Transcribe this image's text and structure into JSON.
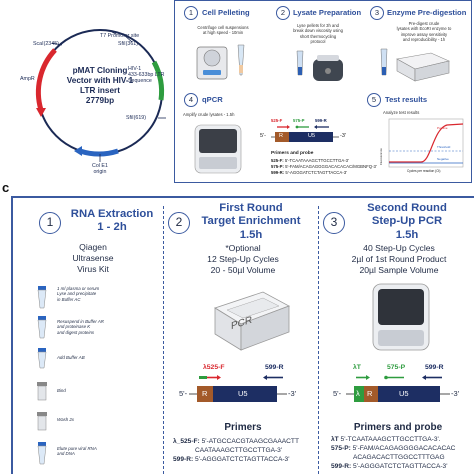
{
  "plasmid": {
    "center_lines": [
      "pMAT Cloning",
      "Vector with HIV-1",
      "LTR insert",
      "2779bp"
    ],
    "labels": {
      "t7": "T7 Promoter site",
      "scai": "ScaI(2345)",
      "sfii_top": "SfiI(361)",
      "hiv": [
        "HIV-1",
        "433-633bp LTR",
        "Sequence"
      ],
      "ampr": "AmpR",
      "sfii_bottom": "SfiI(619)",
      "ori": [
        "Col E1",
        "origin"
      ]
    },
    "colors": {
      "ring": "#1b2a55",
      "ampr": "#d9272e",
      "hiv": "#2e9c3f",
      "ori": "#2a64c0"
    }
  },
  "top": {
    "steps": [
      {
        "num": "1",
        "title": "Cell Pelleting",
        "desc": [
          "Centrifuge cell suspensions",
          "at high speed - 10min"
        ]
      },
      {
        "num": "2",
        "title": "Lysate Preparation",
        "desc": [
          "Lyse pellets for 3h and",
          "break down viscosity using",
          "short thermocycling",
          "protocol"
        ]
      },
      {
        "num": "3",
        "title": "Enzyme Pre-digestion",
        "desc": [
          "Pre-digest crude",
          "lysates with EcoRI enzyme to",
          "improve assay sensitivity",
          "and reproducibility - 1h"
        ]
      },
      {
        "num": "4",
        "title": "qPCR",
        "desc": [
          "Amplify crude lysates - 1.5h"
        ]
      },
      {
        "num": "5",
        "title": "Test results",
        "desc": [
          "Analyze test results"
        ]
      }
    ],
    "primers_title": "Primers and probe",
    "primer_lines": [
      {
        "name": "525-F:",
        "seq": "5'-TCAATAAAGCTTGCCTTGA-3'"
      },
      {
        "name": "575-P:",
        "seq": "5'-FAM/ACAGAGGGGACACACAC/MGBNFQ-3'"
      },
      {
        "name": "599-R:",
        "seq": "5'-AGGGATCTCTAGTTACCA-3'"
      }
    ],
    "diagram": {
      "f": "525-F",
      "p": "575-P",
      "r": "599-R",
      "left": "5'-",
      "box_r": "R",
      "box_u5": "U5",
      "right": "-3'"
    },
    "graph": {
      "ylabel": "Fluorescence",
      "xlabel": "Cycles per reaction (Ct)",
      "threshold": "Threshold",
      "negative": "Negative",
      "positive": "Positive"
    }
  },
  "panel_c": {
    "label": "c",
    "sections": [
      {
        "num": "1",
        "title": [
          "RNA Extraction",
          "1 - 2h"
        ],
        "body": [
          "Qiagen",
          "Ultrasense",
          "Virus Kit"
        ]
      },
      {
        "num": "2",
        "title": [
          "First Round",
          "Target Enrichment",
          "1.5h"
        ],
        "body": [
          "*Optional",
          "12 Step-Up Cycles",
          "20 - 50µl Volume"
        ]
      },
      {
        "num": "3",
        "title": [
          "Second Round",
          "Step-Up PCR",
          "1.5h"
        ],
        "body": [
          "40 Step-Up Cycles",
          "2µl of 1st Round Product",
          "20µl Sample Volume"
        ]
      }
    ],
    "extraction_steps": [
      [
        "1 ml plasma or serum",
        "Lyse and precipitate",
        "in Buffer AC"
      ],
      [
        "Resuspend in Buffer AR",
        "and proteinase K",
        "and digest proteins"
      ],
      [
        "Add Buffer AB"
      ],
      [
        "Bind"
      ],
      [
        "Wash 2x"
      ],
      [
        "Elute pure viral RNA",
        "and DNA"
      ]
    ],
    "machine_label": "PCR",
    "diagram2": {
      "f": "λ525-F",
      "r": "599-R",
      "left": "5'-",
      "box_r": "R",
      "box_u5": "U5",
      "right": "-3'"
    },
    "diagram3": {
      "lt": "λT",
      "p": "575-P",
      "r": "599-R",
      "left": "5'-",
      "box_lambda": "λ",
      "box_r": "R",
      "box_u5": "U5",
      "right": "-3'"
    },
    "primers_head": "Primers",
    "primers": [
      {
        "name": "λ_525-F:",
        "seq": "5'-ATGCCACGTAAGCGAAACTT"
      },
      {
        "name": "",
        "seq": "CAATAAAGCTTGCCTTGA-3'"
      },
      {
        "name": "599-R:",
        "seq": "5'-AGGGATCTCTAGTTACCA-3'"
      }
    ],
    "probe_head": "Primers and probe",
    "probe_primers": [
      {
        "name": "λT",
        "seq": "5'-TCAATAAAGCTTGCCTTGA-3'."
      },
      {
        "name": "575-P:",
        "seq": "5'-FAM/ACAGAGGGGACACACAC"
      },
      {
        "name": "",
        "seq": "ACAGACACTTGGCCTTTGAG"
      },
      {
        "name": "599-R:",
        "seq": "5'-AGGGATCTCTAGTTACCA-3'"
      }
    ]
  }
}
